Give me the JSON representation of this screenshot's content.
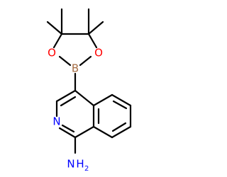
{
  "molecule": {
    "atoms": {
      "boron": {
        "symbol": "B",
        "color": "#a56d44"
      },
      "oxygen_left": {
        "symbol": "O",
        "color": "#ff0000"
      },
      "oxygen_right": {
        "symbol": "O",
        "color": "#ff0000"
      },
      "ring_nitrogen": {
        "symbol": "N",
        "color": "#0000ff"
      },
      "amine": {
        "symbol": "N",
        "subscript": "H",
        "subscript_count": "2",
        "color": "#0000ff"
      }
    },
    "bond_color": "#000000"
  }
}
